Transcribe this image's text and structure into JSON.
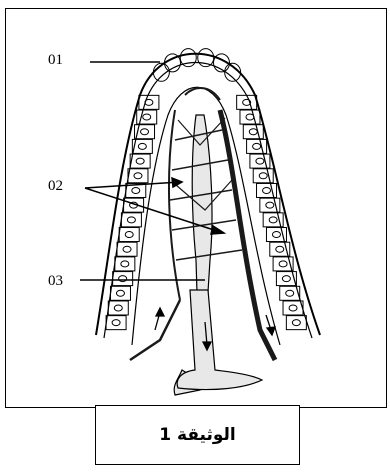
{
  "labels": [
    "01",
    "02",
    "03"
  ],
  "caption": "الوثيقة 1",
  "colors": {
    "line": "#000000",
    "lacteal_fill": "#e8e8e8",
    "vessel": "#1a1a1a"
  }
}
